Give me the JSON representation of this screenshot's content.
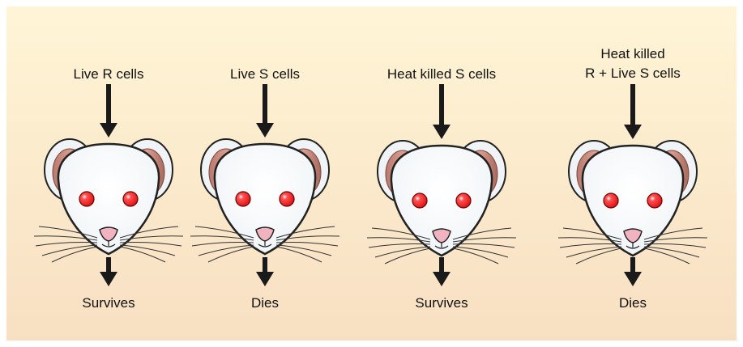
{
  "panels": [
    {
      "input_lines": [
        "Live R cells"
      ],
      "outcome": "Survives"
    },
    {
      "input_lines": [
        "Live S cells"
      ],
      "outcome": "Dies"
    },
    {
      "input_lines": [
        "Heat killed S cells"
      ],
      "outcome": "Survives"
    },
    {
      "input_lines": [
        "Heat killed",
        "R + Live S cells"
      ],
      "outcome": "Dies"
    }
  ],
  "colors": {
    "background_top": "#fff5d6",
    "background_bottom": "#f8dfc2",
    "head_fill": "#eef3f6",
    "ear_inner": "#d99c8e",
    "eye": "#dd1111",
    "nose": "#f2b3c0",
    "arrow": "#1a1a1a",
    "outline": "#222222"
  }
}
